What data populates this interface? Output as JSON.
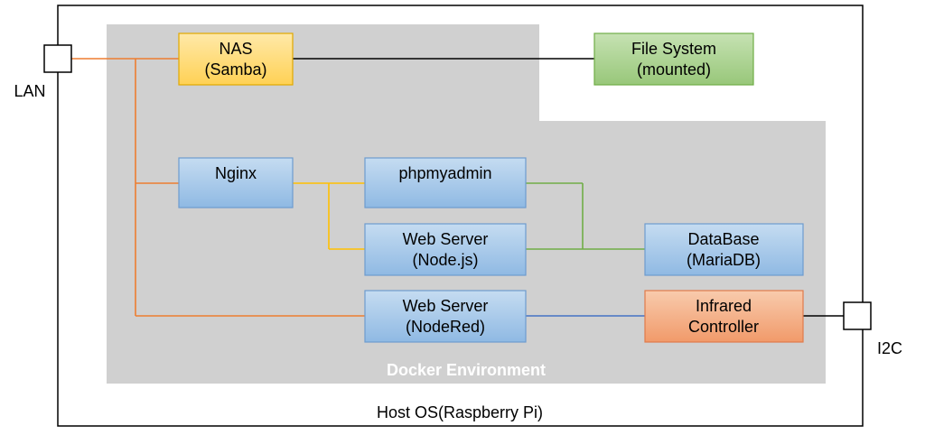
{
  "host": {
    "label": "Host OS(Raspberry Pi)"
  },
  "docker": {
    "label": "Docker Environment"
  },
  "ports": {
    "lan": {
      "label": "LAN"
    },
    "i2c": {
      "label": "I2C"
    }
  },
  "nodes": {
    "nas": {
      "line1": "NAS",
      "line2": "(Samba)"
    },
    "filesystem": {
      "line1": "File System",
      "line2": "(mounted)"
    },
    "nginx": {
      "line1": "Nginx"
    },
    "phpmyadmin": {
      "line1": "phpmyadmin"
    },
    "webserver_node": {
      "line1": "Web Server",
      "line2": "(Node.js)"
    },
    "database": {
      "line1": "DataBase",
      "line2": "(MariaDB)"
    },
    "webserver_nodered": {
      "line1": "Web Server",
      "line2": "(NodeRed)"
    },
    "infrared": {
      "line1": "Infrared",
      "line2": "Controller"
    }
  },
  "colors": {
    "orange_line": "#ed7d31",
    "yellow_line": "#ffc000",
    "green_line": "#70ad47",
    "blue_line": "#4472c4",
    "black_line": "#000000",
    "docker_fill": "#d0d0d0",
    "blue_fill": "#9dc3e6",
    "yellow_fill": "#ffd966",
    "green_fill": "#a9d18e",
    "orange_fill": "#f4b183"
  }
}
